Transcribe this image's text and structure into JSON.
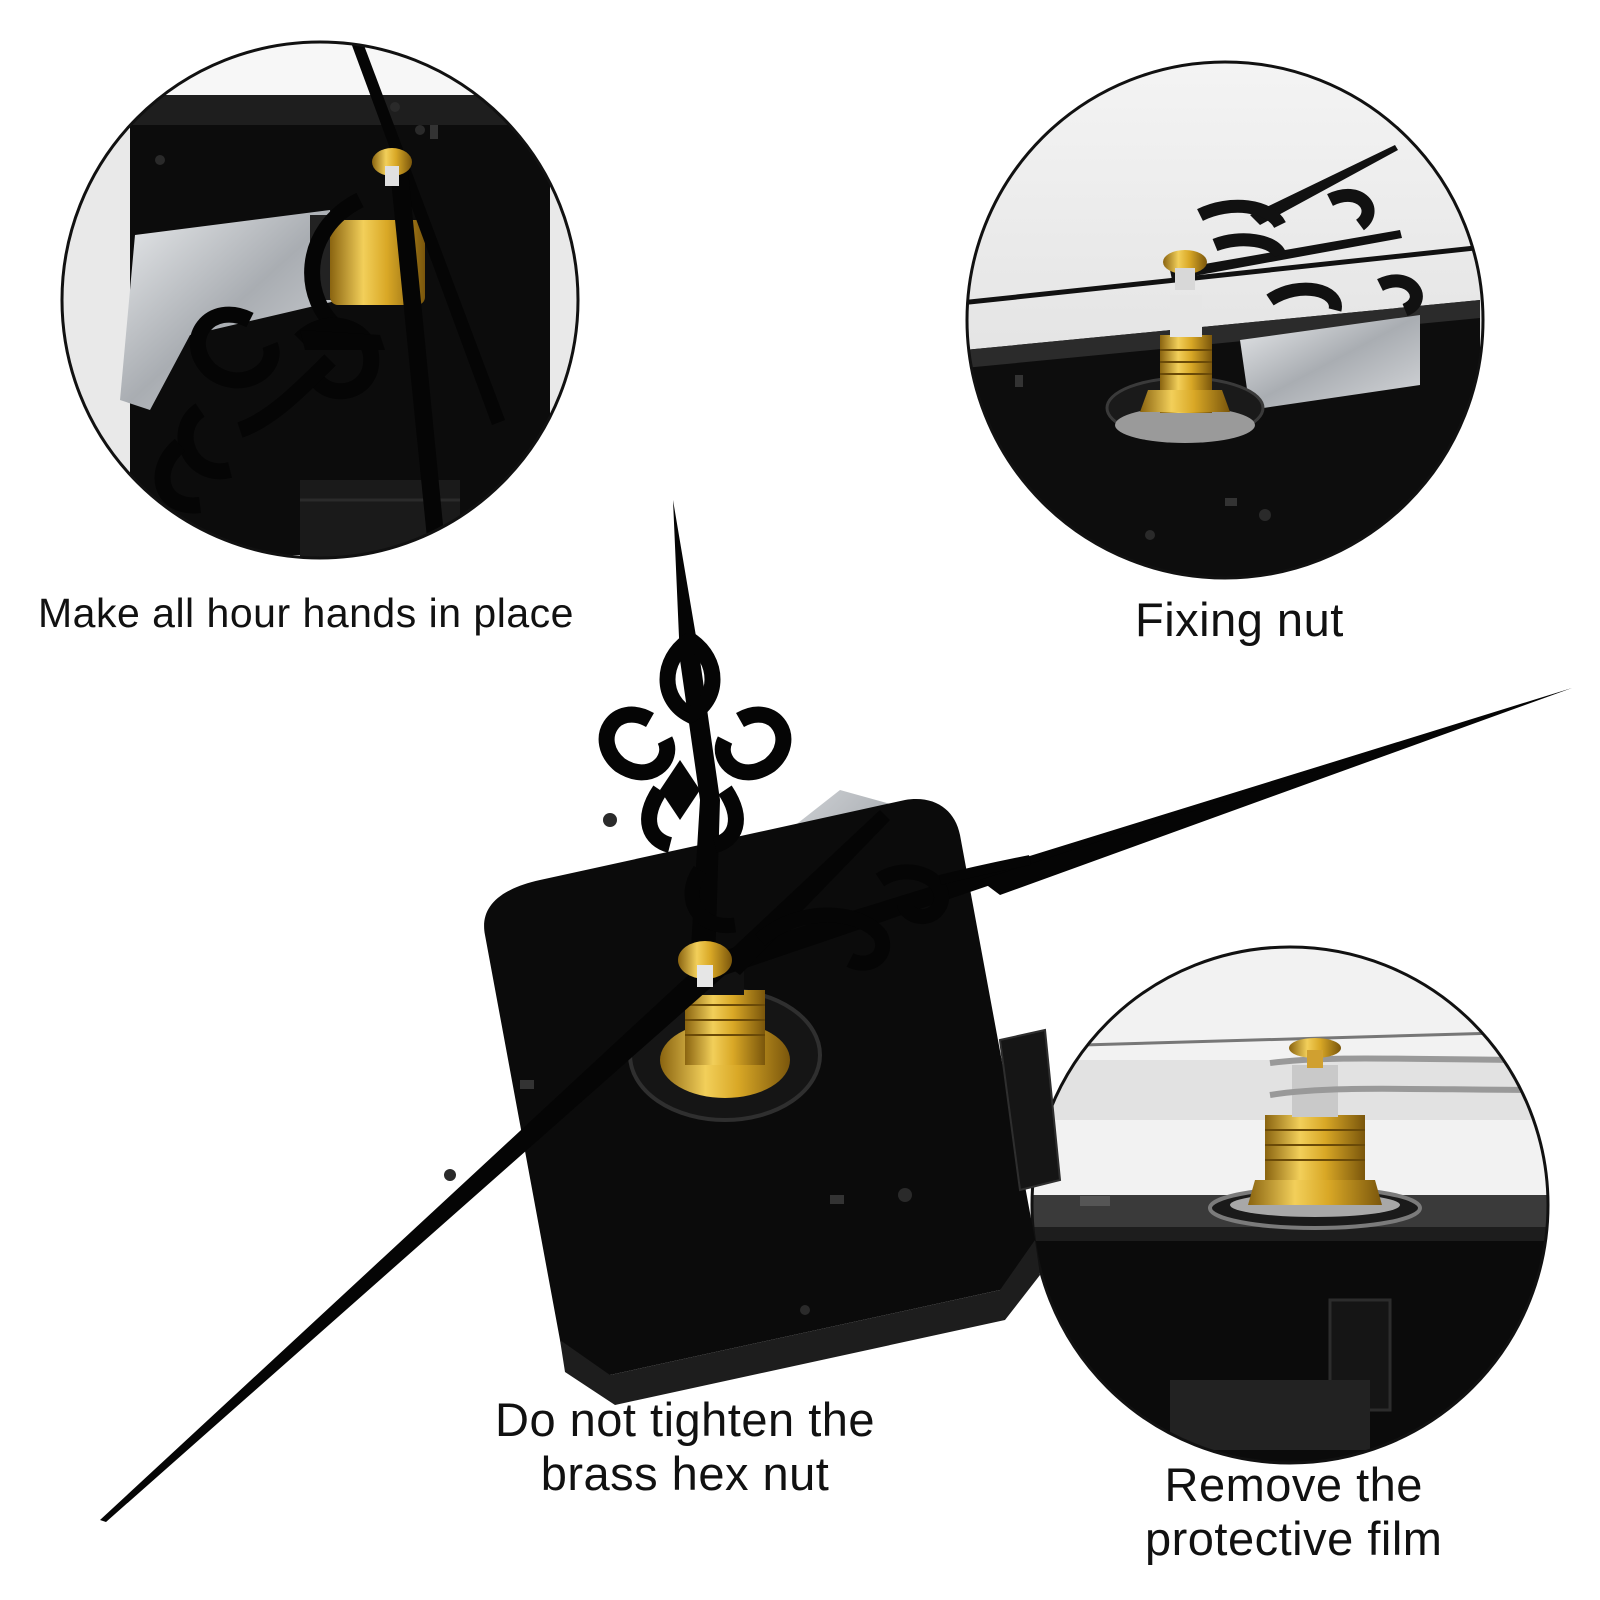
{
  "captions": {
    "top_left": "Make all hour hands in place",
    "top_right": "Fixing nut",
    "bottom_center": [
      "Do not tighten the",
      "brass hex nut"
    ],
    "bottom_right": [
      "Remove the",
      "protective film"
    ]
  },
  "colors": {
    "background": "#ffffff",
    "movement_body": "#0b0b0b",
    "brass": "#d9a826",
    "silver_bracket": "#b9bcc0",
    "hands": "#050505"
  }
}
